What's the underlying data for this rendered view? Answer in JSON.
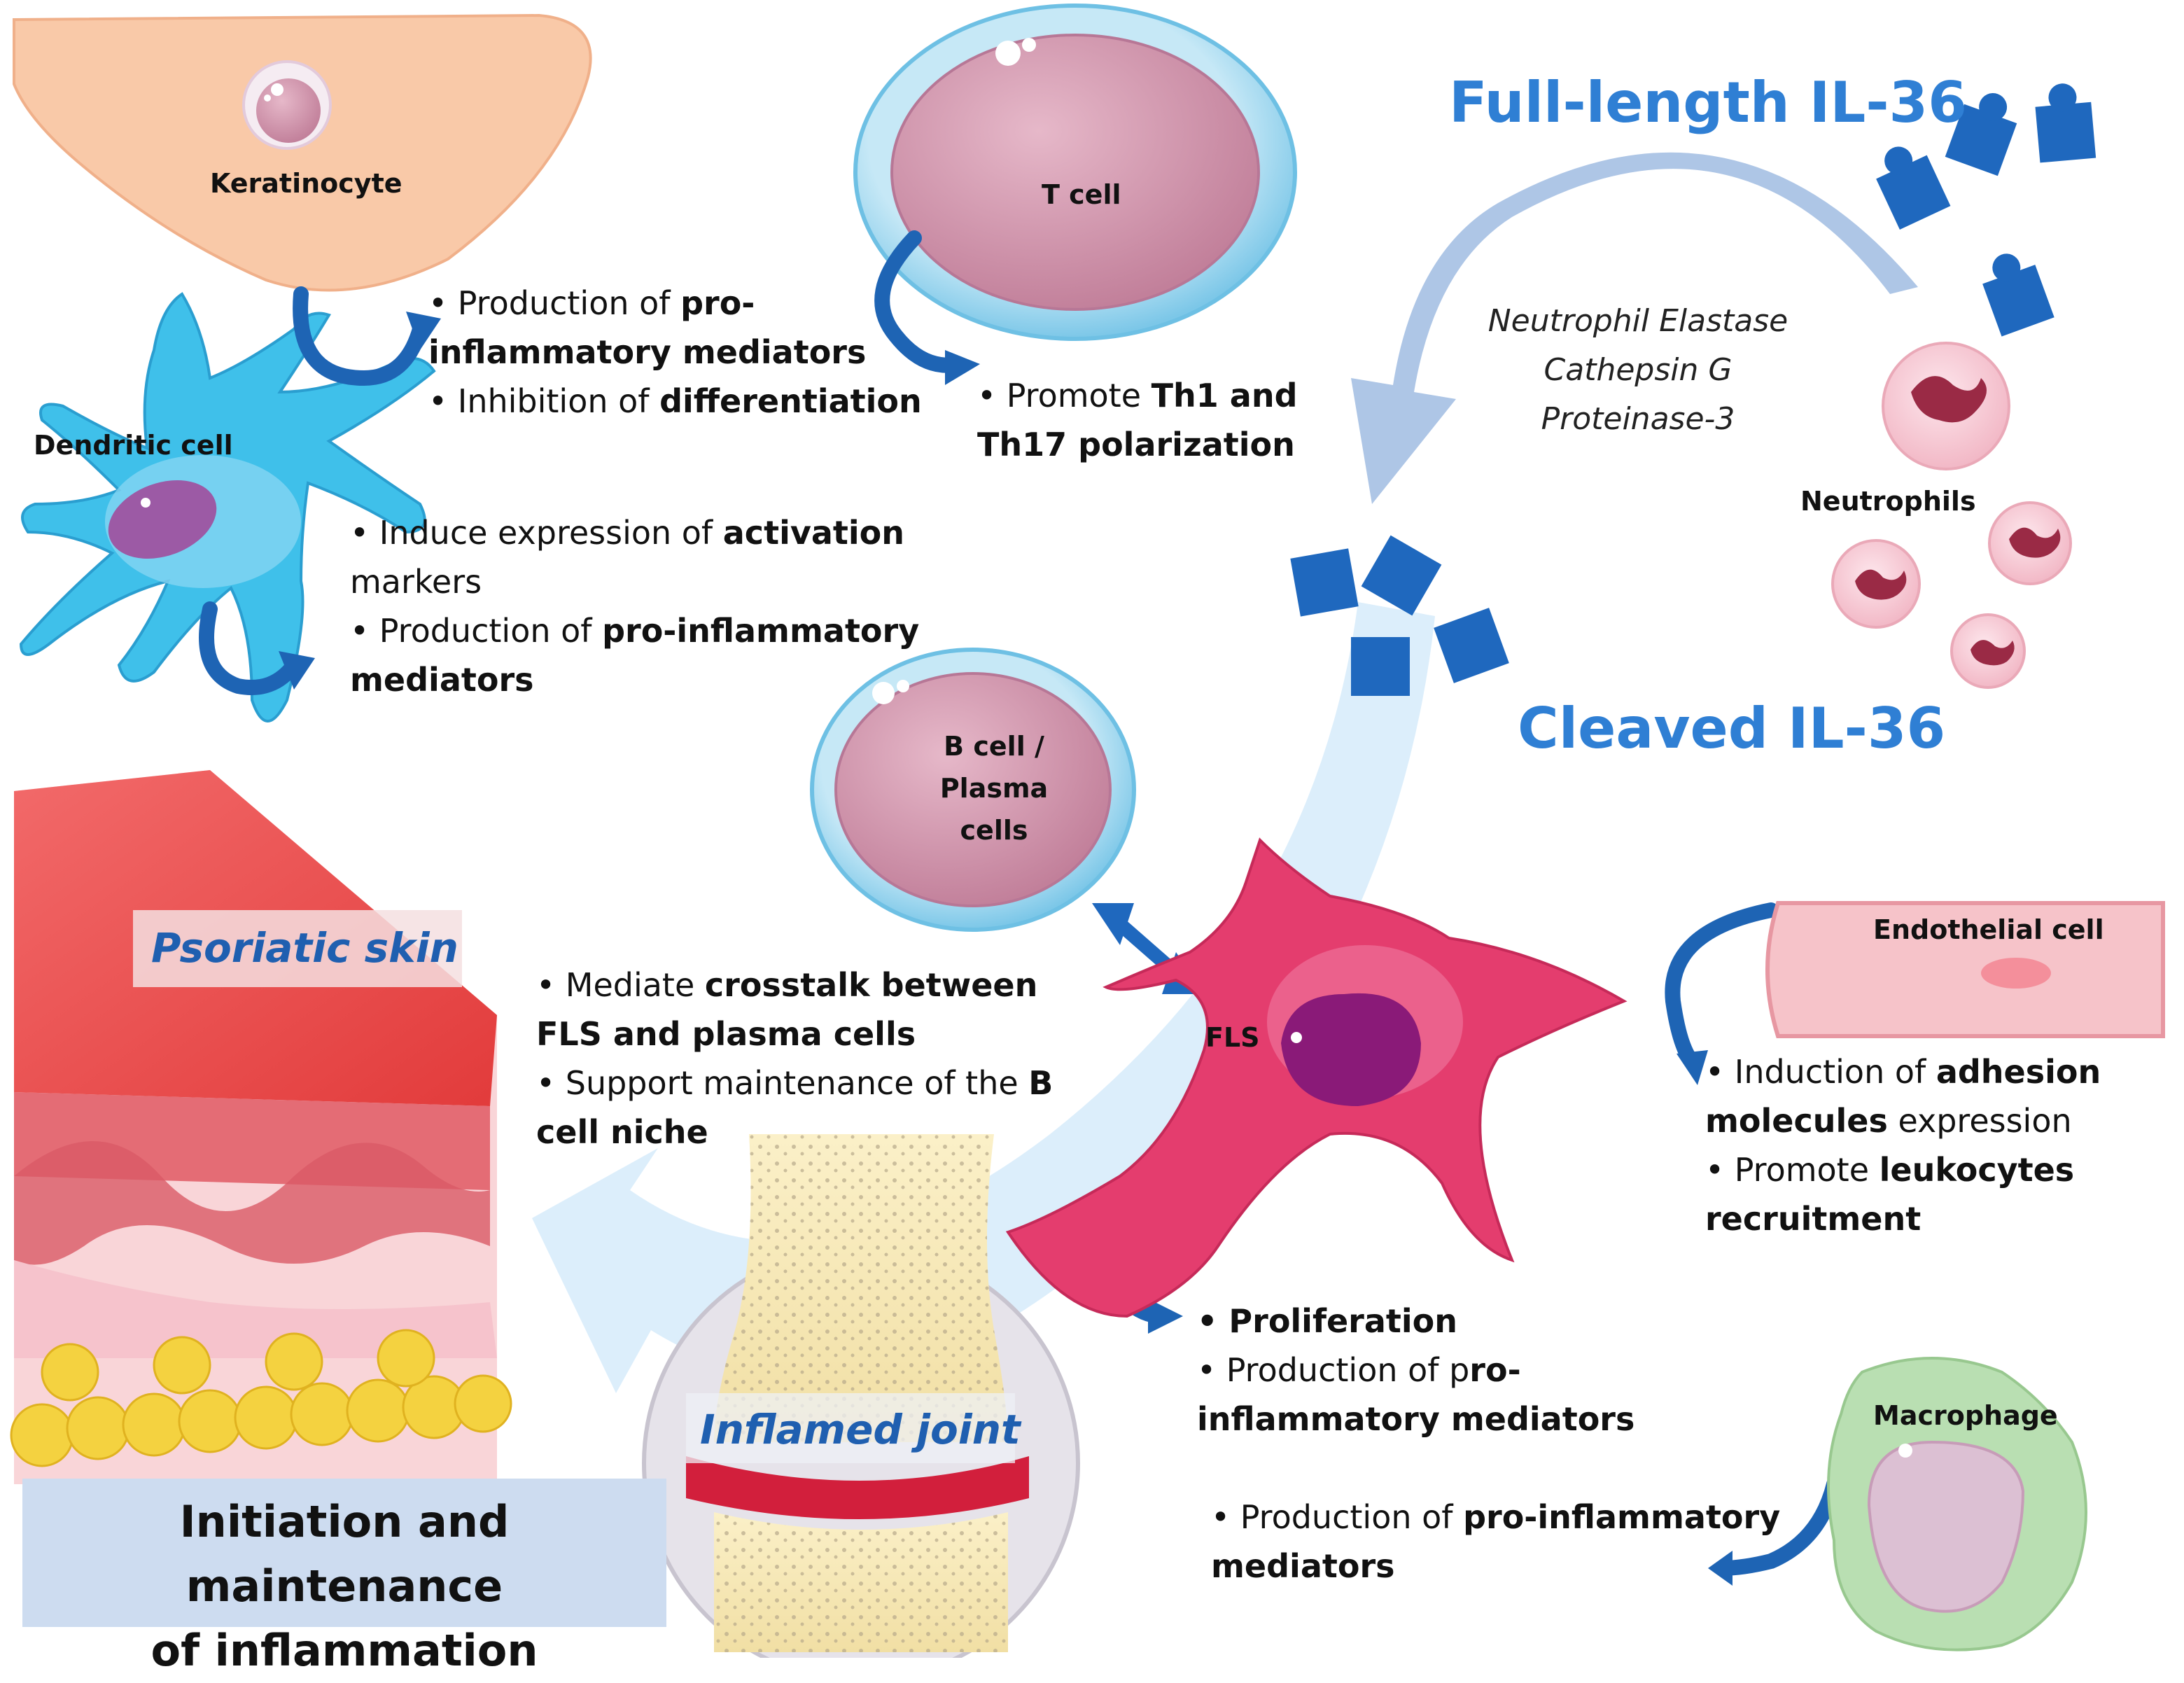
{
  "labels": {
    "keratinocyte": "Keratinocyte",
    "t_cell": "T cell",
    "dendritic_cell": "Dendritic cell",
    "neutrophils": "Neutrophils",
    "b_cell_l1": "B cell /",
    "b_cell_l2": "Plasma",
    "b_cell_l3": "cells",
    "fls": "FLS",
    "endothelial": "Endothelial  cell",
    "macrophage": "Macrophage"
  },
  "headings": {
    "full_length": "Full-length IL-36",
    "cleaved": "Cleaved IL-36",
    "psoriatic_skin": "Psoriatic skin",
    "inflamed_joint": "Inflamed joint",
    "title_line1": "Initiation and maintenance",
    "title_line2": "of inflammation"
  },
  "enzymes": [
    "Neutrophil Elastase",
    "Cathepsin G",
    "Proteinase-3"
  ],
  "keratinocyte_effects": {
    "l1a": "• Production of ",
    "l1b": "pro-",
    "l2": "inflammatory mediators",
    "l3a": "• Inhibition of ",
    "l3b": "differentiation"
  },
  "tcell_effects": {
    "l1a": "• Promote ",
    "l1b": "Th1 and",
    "l2": "Th17 polarization"
  },
  "dendritic_effects": {
    "l1a": "• Induce expression of ",
    "l1b": "activation",
    "l2": "markers",
    "l3a": "• Production of ",
    "l3b": "pro-inflammatory",
    "l4": "mediators"
  },
  "bcell_effects": {
    "l1a": "• Mediate ",
    "l1b": "crosstalk between",
    "l2": "FLS and plasma cells",
    "l3a": "• Support maintenance of the ",
    "l3b": "B",
    "l4": "cell niche"
  },
  "endothelial_effects": {
    "l1a": "• Induction of ",
    "l1b": "adhesion",
    "l2a": "molecules",
    "l2b": " expression",
    "l3a": "• Promote ",
    "l3b": "leukocytes",
    "l4": "recruitment"
  },
  "fls_effects": {
    "l1": "• Proliferation",
    "l2a": "• Production of p",
    "l2b": "ro-",
    "l3": "inflammatory mediators"
  },
  "macrophage_effects": {
    "l1a": "• Production of ",
    "l1b": "pro-inflammatory",
    "l2": "mediators"
  },
  "colors": {
    "accent_blue": "#2f7fd4",
    "arrow_blue": "#1e64b4",
    "title_box": "#cddcf0",
    "fls_pink": "#e43d6e",
    "cell_mauve": "#cf95ad"
  }
}
